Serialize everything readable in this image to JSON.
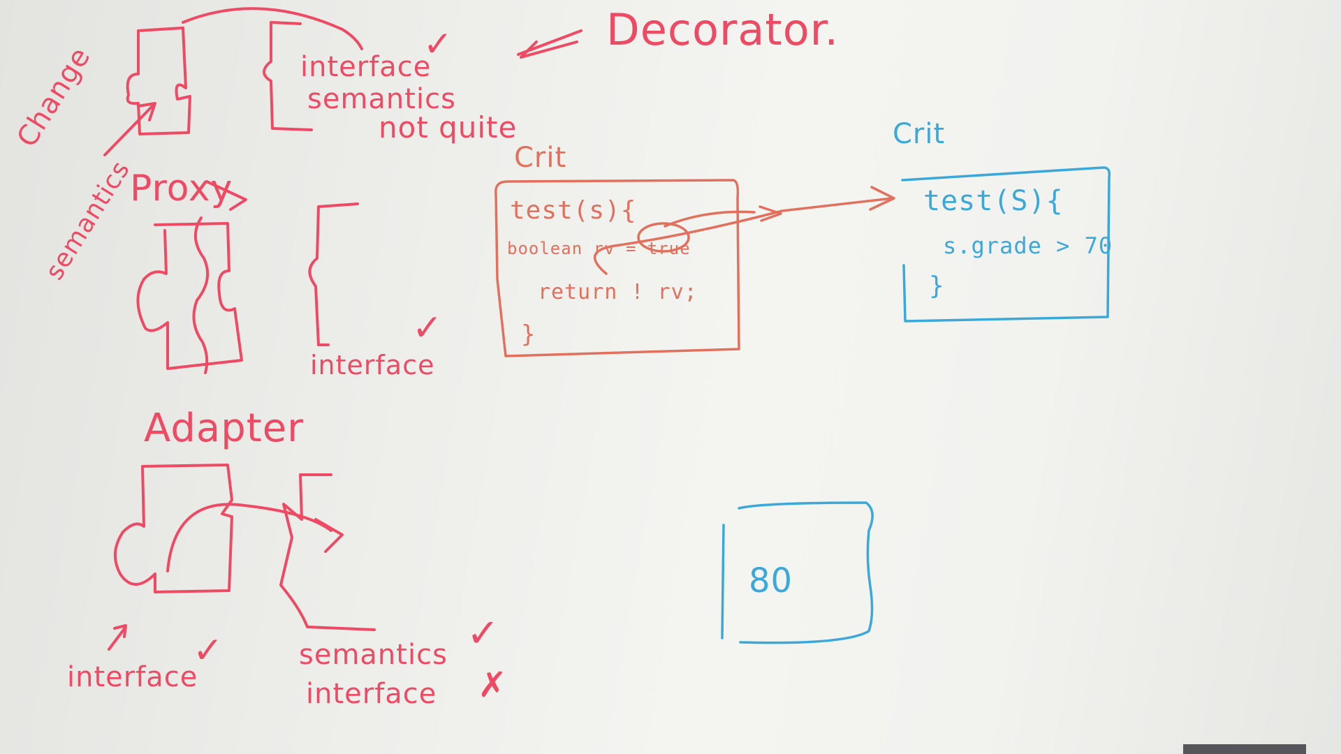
{
  "decorator": {
    "title": "Decorator.",
    "interface_label": "interface",
    "semantics_label": "semantics",
    "not_quite_label": "not quite",
    "check_mark": "✓",
    "arrow_glyph": "⟸"
  },
  "change_semantics": {
    "line1": "Change",
    "line2": "semantics"
  },
  "proxy": {
    "title": "Proxy",
    "interface_label": "interface",
    "check_mark": "✓"
  },
  "adapter": {
    "title": "Adapter",
    "interface_label": "interface",
    "interface_check": "✓",
    "semantics_label": "semantics",
    "semantics_check": "✓",
    "interface2_label": "interface",
    "interface2_mark": "✗"
  },
  "crit_left": {
    "heading": "Crit",
    "code": [
      "test(s){",
      "boolean rv = true",
      "return ! rv;",
      "}"
    ],
    "circled_value": "true"
  },
  "crit_right": {
    "heading": "Crit",
    "code": [
      "test(S){",
      "s.grade > 70",
      "}"
    ]
  },
  "student_box": {
    "value": "80"
  },
  "colors": {
    "red_marker": "#ee4a64",
    "salmon_marker": "#e2705c",
    "blue_marker": "#3aa8d8",
    "board": "#f0f0ed"
  }
}
